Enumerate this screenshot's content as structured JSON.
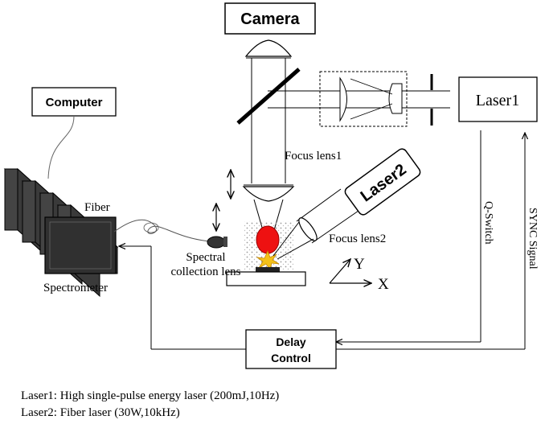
{
  "boxes": {
    "camera": "Camera",
    "computer": "Computer",
    "laser1": "Laser1",
    "laser2": "Laser2",
    "delay_line1": "Delay",
    "delay_line2": "Control"
  },
  "labels": {
    "focus_lens1": "Focus lens1",
    "focus_lens2": "Focus lens2",
    "fiber": "Fiber",
    "spectral_line1": "Spectral",
    "spectral_line2": "collection lens",
    "spectrometer": "Spectrometer",
    "q_switch": "Q-Switch",
    "sync_signal": "SYNC Signal",
    "axis_y": "Y",
    "axis_x": "X"
  },
  "notes": {
    "laser1_note": "Laser1: High single-pulse energy laser (200mJ,10Hz)",
    "laser2_note": "Laser2: Fiber laser (30W,10kHz)"
  }
}
